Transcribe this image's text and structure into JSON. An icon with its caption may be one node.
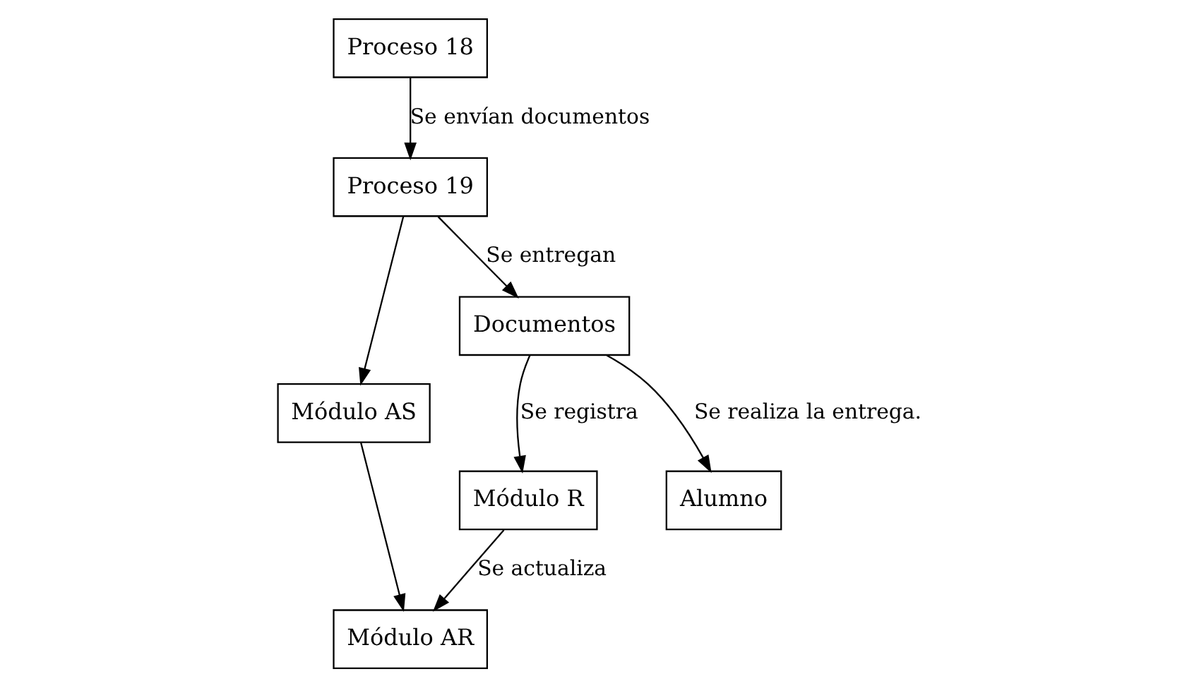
{
  "diagram": {
    "nodes": [
      {
        "text": [
          "Proceso 18"
        ]
      },
      {
        "text": [
          "Módulo AR"
        ]
      },
      {
        "text": [
          "Proceso 19"
        ]
      },
      {
        "text": [
          "Módulo AS"
        ]
      },
      {
        "text": [
          "Módulo R"
        ]
      },
      {
        "text": [
          "Alumno"
        ]
      },
      {
        "text": [
          "Documentos"
        ]
      }
    ],
    "edges": [
      {
        "from": 0,
        "to": 2,
        "arrow": "to",
        "label": "Se envían documentos"
      },
      {
        "from": 2,
        "to": 3,
        "arrow": "to"
      },
      {
        "from": 3,
        "to": 1,
        "arrow": "to"
      },
      {
        "from": 2,
        "to": 6,
        "arrow": "to",
        "label": "Se entregan"
      },
      {
        "from": 6,
        "to": 4,
        "arrow": "to",
        "label": "Se registra"
      },
      {
        "from": 4,
        "to": 1,
        "arrow": "to",
        "label": "Se actualiza"
      },
      {
        "from": 6,
        "to": 5,
        "arrow": "to",
        "label": "Se realiza la entrega."
      }
    ]
  }
}
